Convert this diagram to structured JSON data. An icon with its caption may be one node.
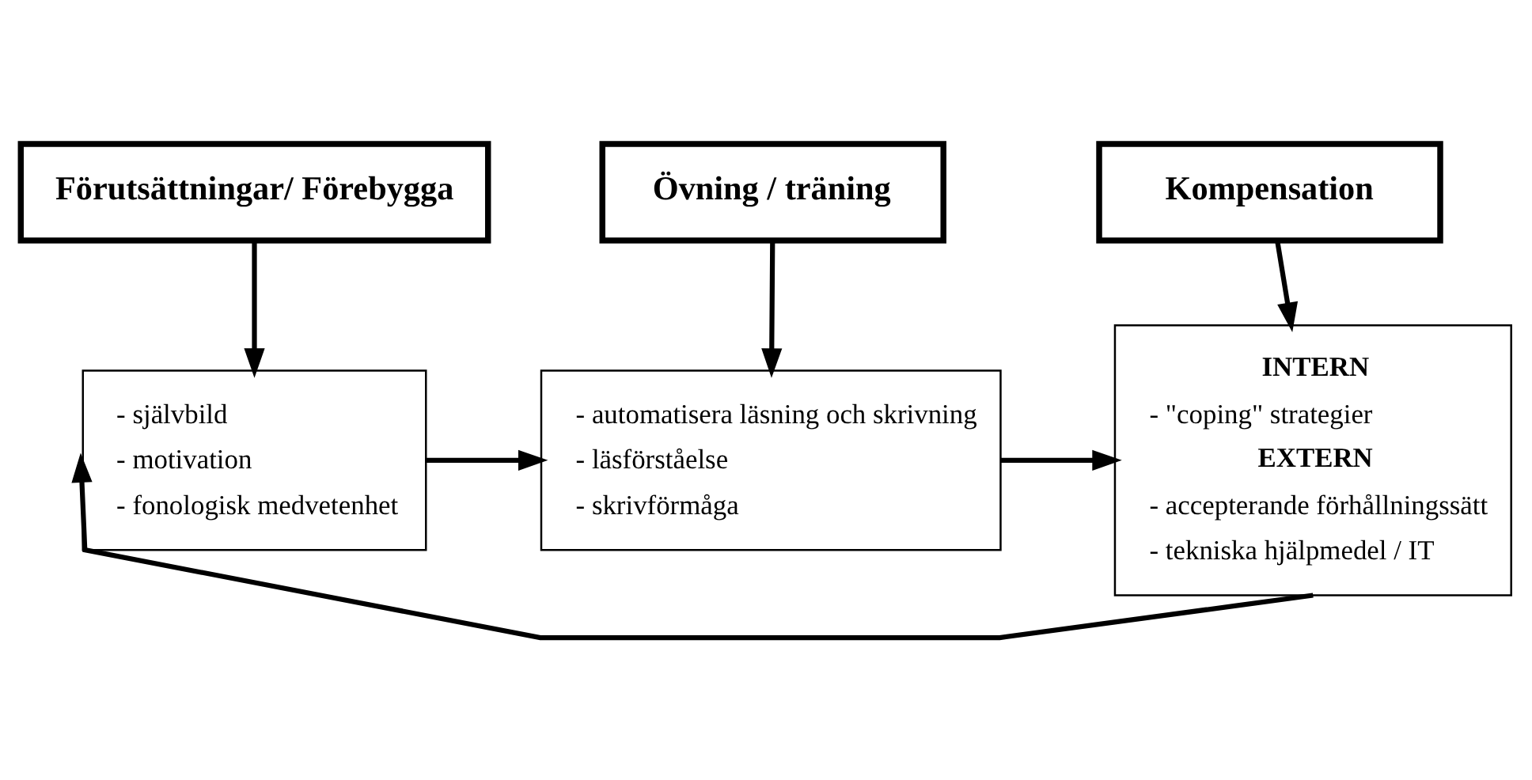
{
  "diagram": {
    "nodes": [
      {
        "text": [
          "Förutsättningar/ Förebygga"
        ]
      },
      {
        "text": [
          "Övning / träning"
        ]
      },
      {
        "text": [
          "Kompensation"
        ]
      },
      {
        "text": [
          "- självbild",
          "- motivation",
          "- fonologisk medvetenhet"
        ]
      },
      {
        "text": [
          "- automatisera läsning och skrivning",
          "- läsförståelse",
          "- skrivförmåga"
        ]
      },
      {
        "text": [
          "INTERN",
          "- \"coping\" strategier",
          "EXTERN",
          "- accepterande förhållningssätt",
          "- tekniska hjälpmedel / IT"
        ]
      }
    ],
    "edges": [
      {
        "from": 0,
        "to": 3,
        "arrow": "to"
      },
      {
        "from": 1,
        "to": 4,
        "arrow": "to"
      },
      {
        "from": 2,
        "to": 5,
        "arrow": "to"
      },
      {
        "from": 3,
        "to": 4,
        "arrow": "to"
      },
      {
        "from": 4,
        "to": 5,
        "arrow": "to"
      },
      {
        "from": 5,
        "to": 3,
        "arrow": "to"
      }
    ]
  }
}
